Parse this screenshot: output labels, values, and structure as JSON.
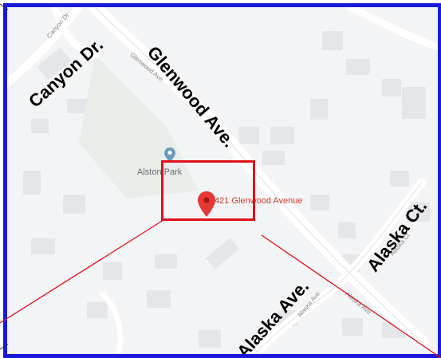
{
  "streets": {
    "canyon_dr": "Canyon Dr.",
    "glenwood_ave": "Glenwood Ave.",
    "alaska_ct": "Alaska Ct.",
    "alaska_ave": "Alaska Ave."
  },
  "map_labels": {
    "canyon_dr_small": "Canyon Dr",
    "glenwood_ave_small": "Glenwood Ave",
    "alaska_ct_small": "Alaska Ct",
    "alaska_ave_small": "Alaska Ave",
    "alaska_ave_small_2": "Alaska Ave"
  },
  "poi": {
    "park_name": "Alston Park"
  },
  "marker": {
    "address": "421 Glenwood Avenue",
    "color": "#e53935"
  },
  "colors": {
    "frame_border": "#1a1adb",
    "highlight": "#e0101a",
    "map_background": "#f2f4f6",
    "road": "#ffffff",
    "building": "#e4e6e9"
  }
}
